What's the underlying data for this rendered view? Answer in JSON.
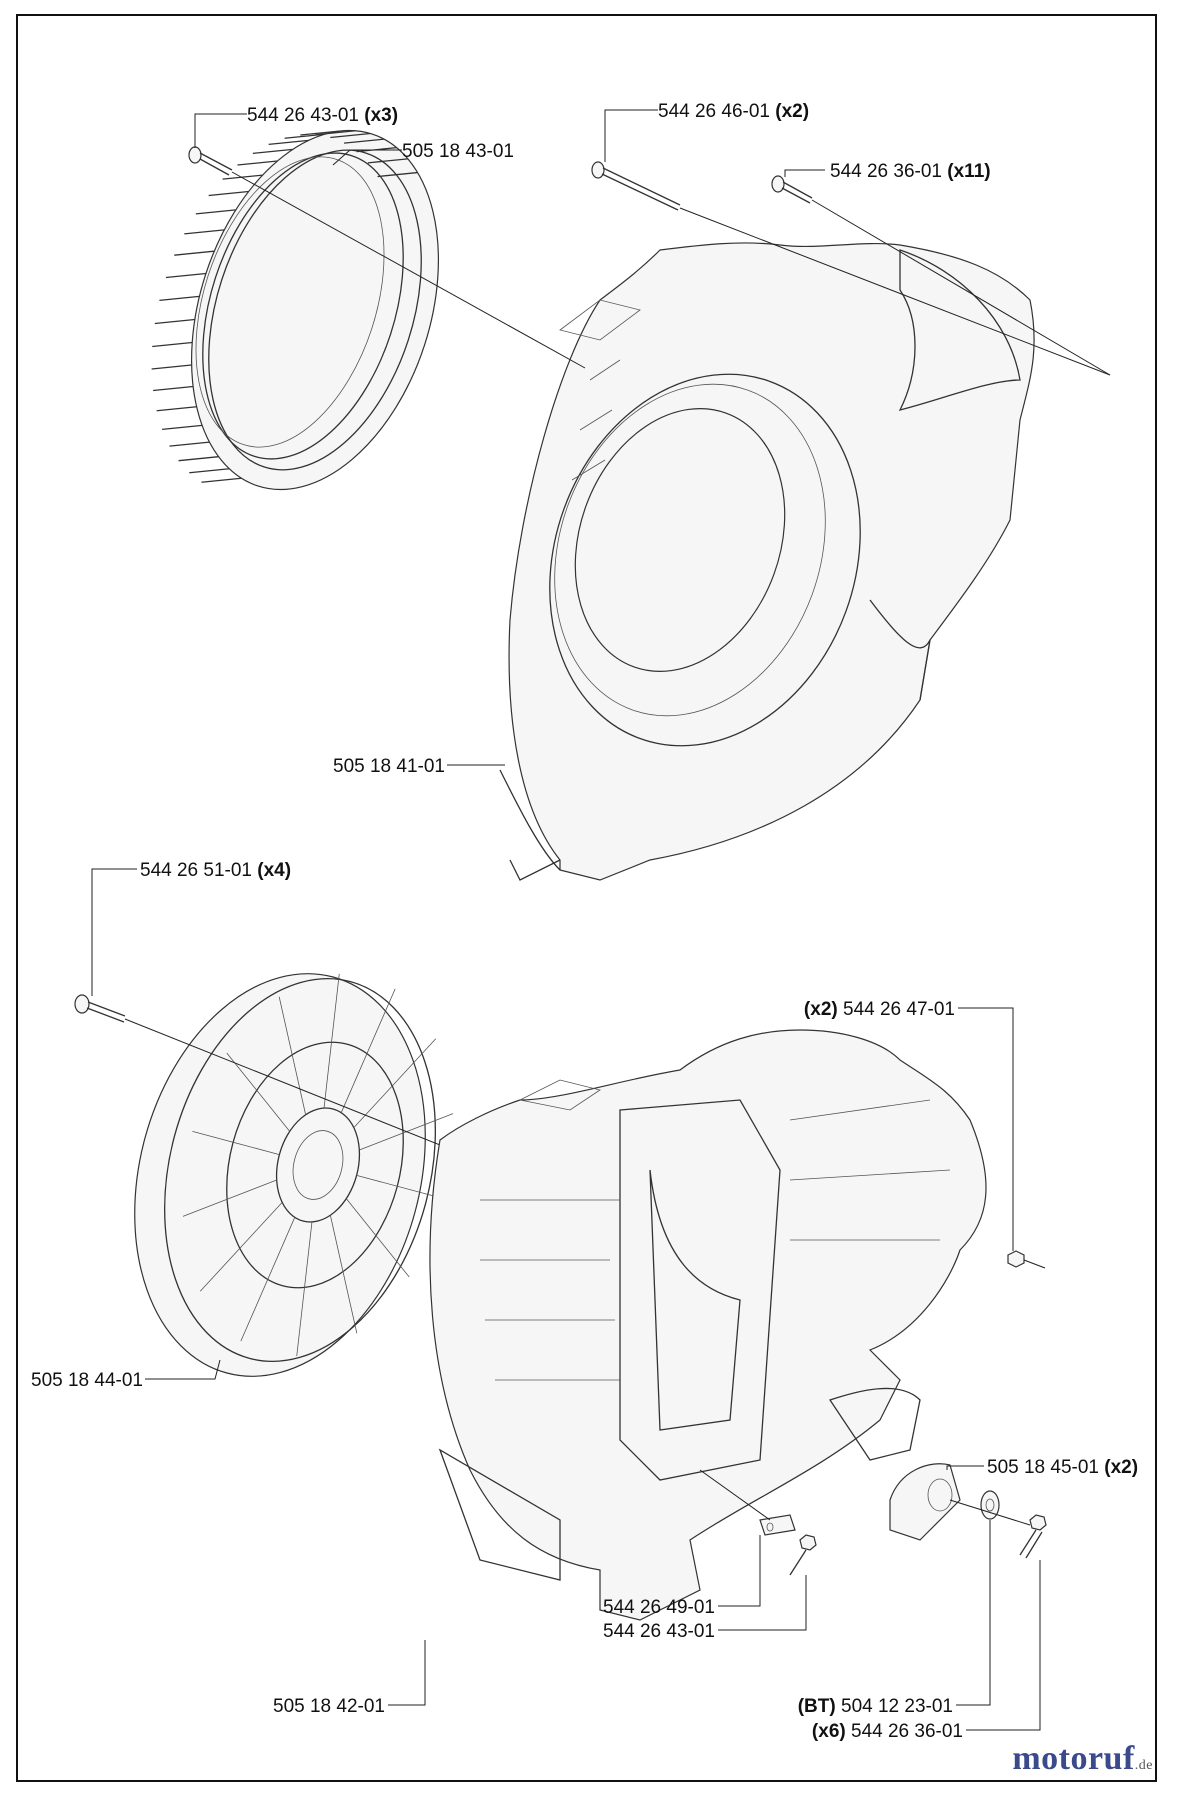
{
  "labels": {
    "l1": {
      "num": "544 26 43-01",
      "qty": "(x3)",
      "qty_first": false
    },
    "l2": {
      "num": "505 18 43-01",
      "qty": "",
      "qty_first": false
    },
    "l3": {
      "num": "544 26 46-01",
      "qty": "(x2)",
      "qty_first": false
    },
    "l4": {
      "num": "544 26 36-01",
      "qty": "(x11)",
      "qty_first": false
    },
    "l5": {
      "num": "505 18 41-01",
      "qty": "",
      "qty_first": false
    },
    "l6": {
      "num": "544 26 51-01",
      "qty": "(x4)",
      "qty_first": false
    },
    "l7": {
      "num": "544 26 47-01",
      "qty": "(x2)",
      "qty_first": true
    },
    "l8": {
      "num": "505 18 44-01",
      "qty": "",
      "qty_first": false
    },
    "l9": {
      "num": "505 18 45-01",
      "qty": "(x2)",
      "qty_first": false
    },
    "l10": {
      "num": "544 26 49-01",
      "qty": "",
      "qty_first": false
    },
    "l11": {
      "num": "544 26 43-01",
      "qty": "",
      "qty_first": false
    },
    "l12": {
      "num": "505 18 42-01",
      "qty": "",
      "qty_first": false
    },
    "l13": {
      "num": "504 12 23-01",
      "qty": "(BT)",
      "qty_first": true
    },
    "l14": {
      "num": "544 26 36-01",
      "qty": "(x6)",
      "qty_first": true
    }
  },
  "watermark": {
    "name": "motoruf",
    "tld": ".de"
  }
}
